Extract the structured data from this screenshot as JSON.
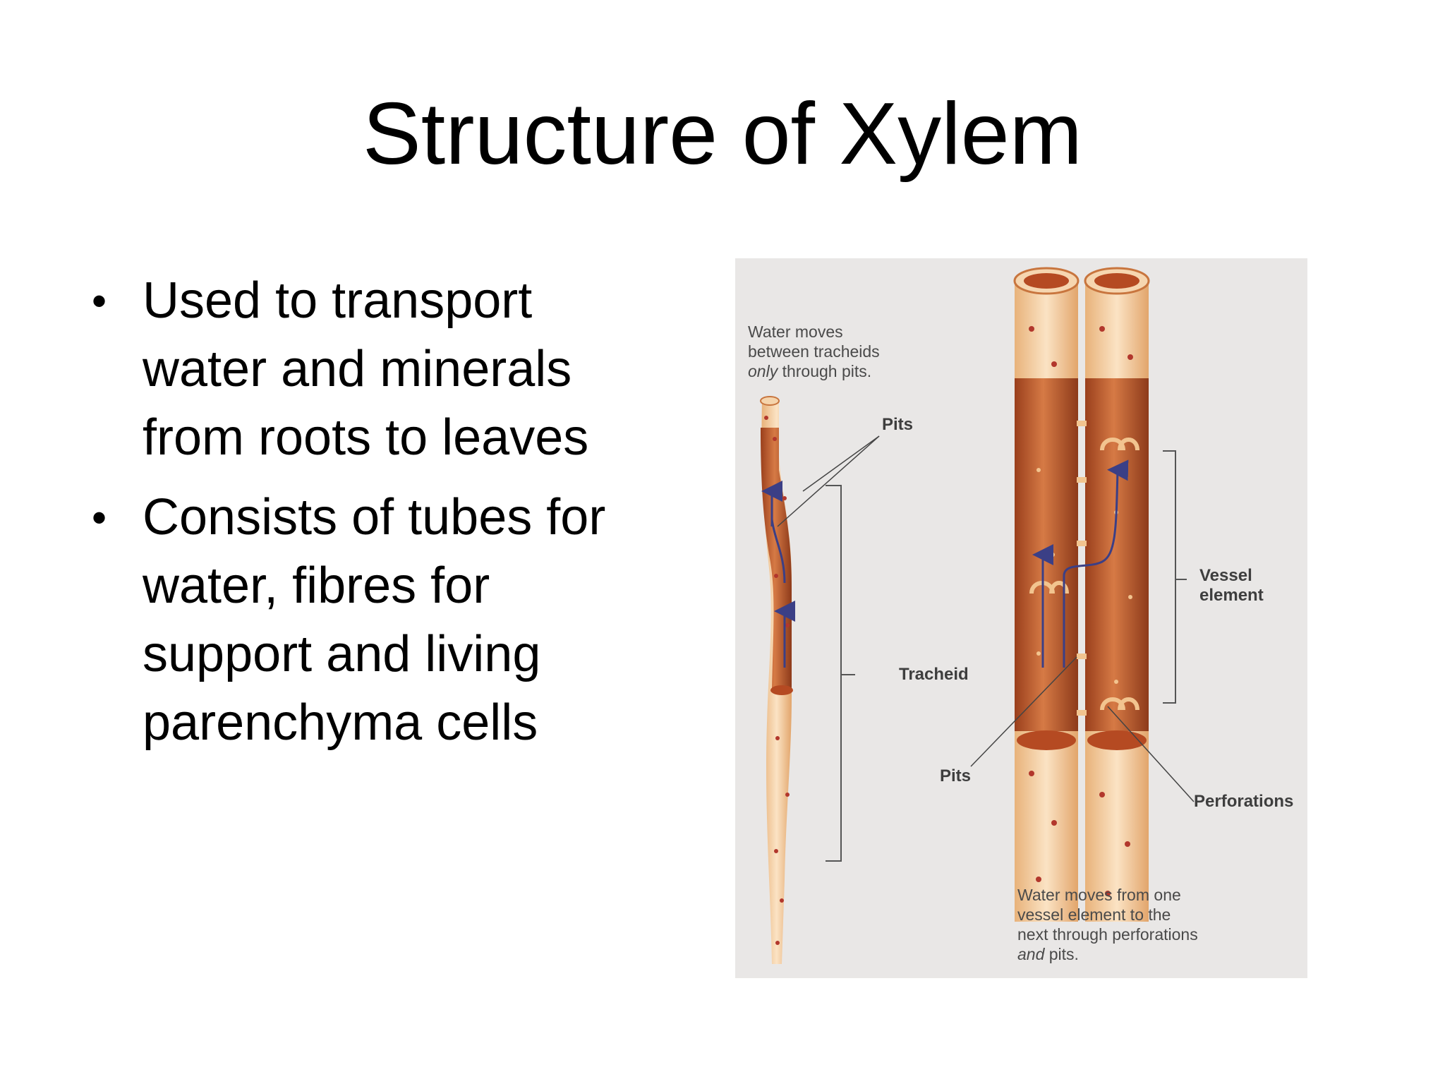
{
  "slide": {
    "title": "Structure of Xylem",
    "bullets": [
      {
        "text": "Used to transport\nwater and minerals\nfrom roots to leaves"
      },
      {
        "text": "Consists of tubes for\nwater, fibres for\nsupport and living\nparenchyma cells"
      }
    ],
    "bullet_char": "•"
  },
  "diagram": {
    "note_top_line1": "Water moves",
    "note_top_line2": "between tracheids",
    "note_top_italic": "only",
    "note_top_rest": " through pits.",
    "label_pits_top": "Pits",
    "label_tracheid": "Tracheid",
    "label_vessel_element": "Vessel\nelement",
    "label_pits_bottom": "Pits",
    "label_perforations": "Perforations",
    "note_bottom_lines": "Water moves from one\nvessel element to the\nnext through perforations",
    "note_bottom_italic": "and",
    "note_bottom_rest": " pits.",
    "colors": {
      "background": "#e9e7e6",
      "vessel_dark": "#b9582c",
      "vessel_light": "#f3cfa3",
      "pit": "#b2372c",
      "arrow": "#3b3f86"
    }
  }
}
